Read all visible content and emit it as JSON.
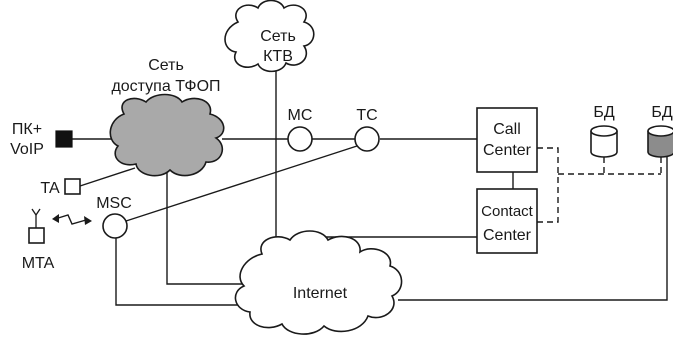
{
  "clouds": {
    "pstn": "Сеть доступа ТФОП",
    "pstn_line1": "Сеть",
    "pstn_line2": "доступа ТФОП",
    "ktv": "Сеть КТВ",
    "ktv_line1": "Сеть",
    "ktv_line2": "КТВ",
    "internet": "Internet"
  },
  "nodes": {
    "mc": "MC",
    "tc": "TC",
    "msc": "MSC"
  },
  "terminals": {
    "pc_voip_line1": "ПК+",
    "pc_voip_line2": "VoIP",
    "ta": "TA",
    "mta": "MTA"
  },
  "centers": {
    "call_line1": "Call",
    "call_line2": "Center",
    "contact_line1": "Contact",
    "contact_line2": "Center"
  },
  "databases": {
    "db1": "БД",
    "db2": "БД"
  },
  "colors": {
    "ink": "#1a1a1a",
    "pstn_cloud_fill": "#a9a9a9",
    "db2_fill": "#8c8c8c",
    "pc_fill": "#111111"
  }
}
